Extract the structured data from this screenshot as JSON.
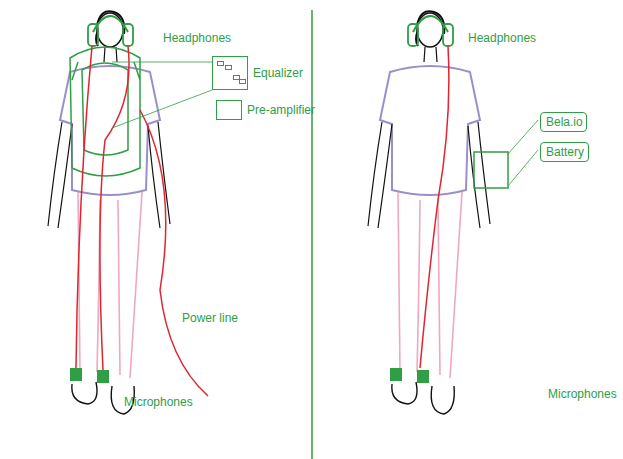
{
  "diagram": {
    "nodes": [
      {
        "text": [
          "Equalizer"
        ]
      },
      {
        "text": [
          "Pre-amplifier"
        ]
      },
      {
        "text": [
          "Bela.io"
        ]
      },
      {
        "text": [
          "Battery"
        ]
      }
    ],
    "labels": [
      "Headphones",
      "Power line",
      "Microphones",
      "Headphones",
      "Microphones"
    ]
  }
}
